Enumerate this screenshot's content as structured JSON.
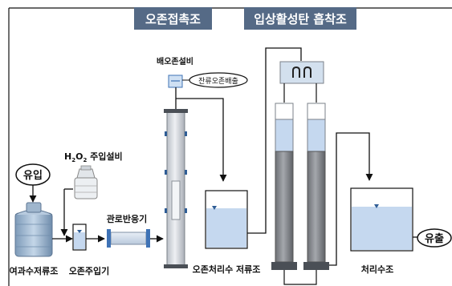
{
  "headers": {
    "ozone_contact": "오존접촉조",
    "gac_adsorption": "입상활성탄 흡착조"
  },
  "labels": {
    "inflow": "유입",
    "h2o2_prefix": "H",
    "h2o2_sub2": "2",
    "h2o2_mid": "O",
    "h2o2_sub2b": "2",
    "h2o2_suffix": " 주입설비",
    "ozone_exhaust_unit": "배오존설비",
    "residual_ozone_exhaust": "잔류오존배출",
    "pipe_reactor": "관로반응기",
    "filtrate_storage": "여과수저류조",
    "ozone_injector": "오존주입기",
    "ozonated_storage": "오존처리수 저류조",
    "treated_tank": "처리수조",
    "outflow": "유출"
  },
  "colors": {
    "header_bg": "#556a86",
    "header_text": "#ffffff",
    "water": "#c5d8ef",
    "gac_dark": "#8c8f94",
    "pipe_gray": "#b9b9b9",
    "column_steel": "#d7dbe0",
    "line": "#111111"
  }
}
